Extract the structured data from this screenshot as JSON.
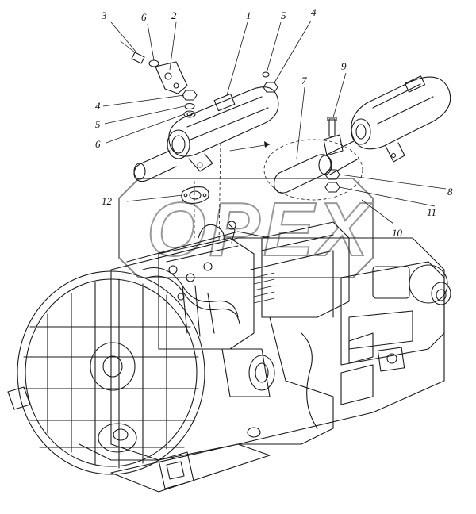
{
  "watermark": "OPEX",
  "callouts": [
    {
      "id": "c3a",
      "text": "3"
    },
    {
      "id": "c6a",
      "text": "6"
    },
    {
      "id": "c2",
      "text": "2"
    },
    {
      "id": "c1",
      "text": "1"
    },
    {
      "id": "c5a",
      "text": "5"
    },
    {
      "id": "c4a",
      "text": "4"
    },
    {
      "id": "c9",
      "text": "9"
    },
    {
      "id": "c7",
      "text": "7"
    },
    {
      "id": "c4b",
      "text": "4"
    },
    {
      "id": "c5b",
      "text": "5"
    },
    {
      "id": "c6b",
      "text": "6"
    },
    {
      "id": "c8",
      "text": "8"
    },
    {
      "id": "c12",
      "text": "12"
    },
    {
      "id": "c11",
      "text": "11"
    },
    {
      "id": "c10",
      "text": "10"
    }
  ]
}
